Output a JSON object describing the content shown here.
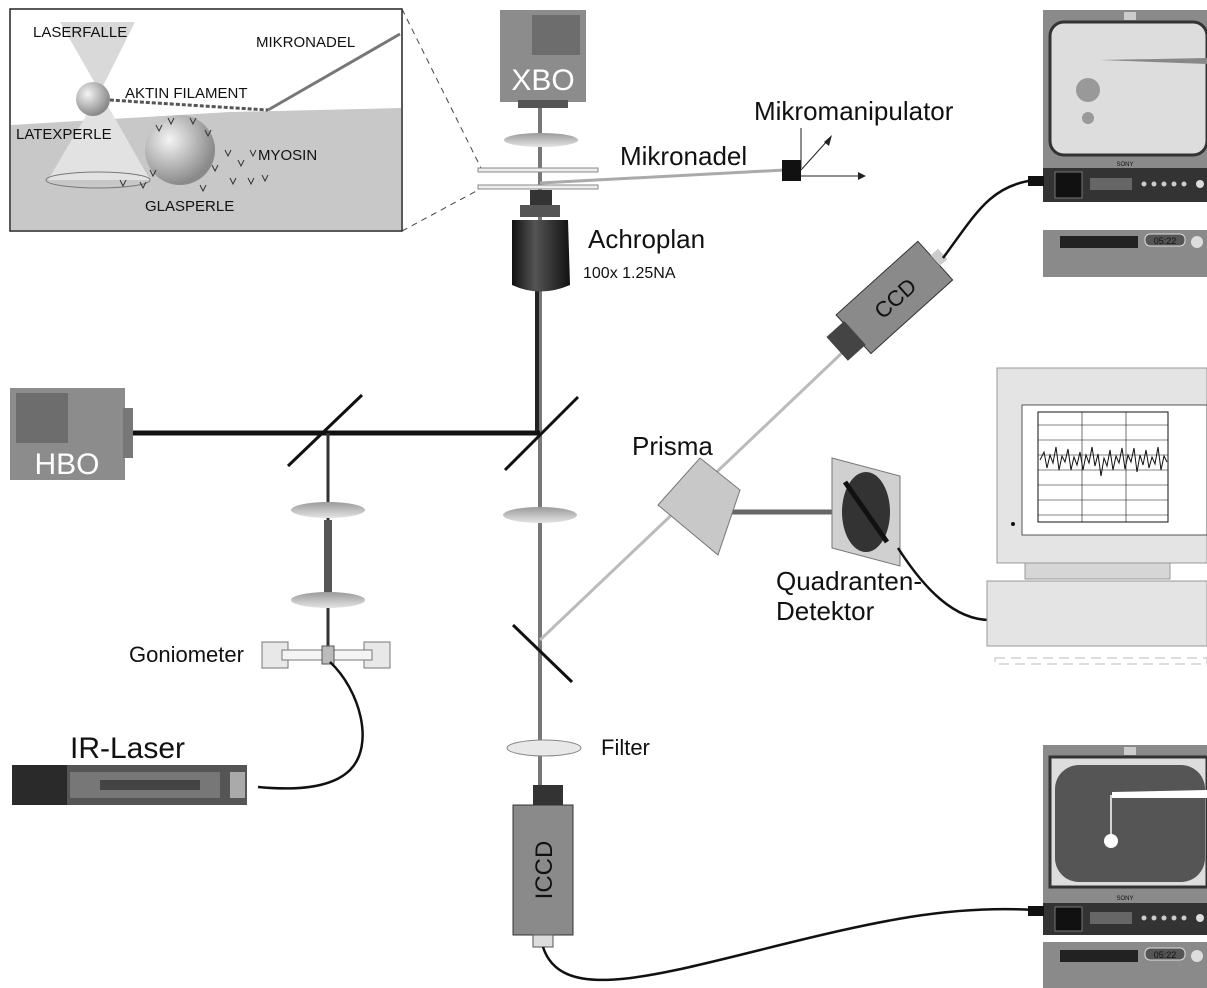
{
  "labels": {
    "xbo": "XBO",
    "hbo": "HBO",
    "mikromanipulator": "Mikromanipulator",
    "mikronadel": "Mikronadel",
    "achroplan": "Achroplan",
    "achroplan_spec": "100x  1.25NA",
    "ccd": "CCD",
    "prisma": "Prisma",
    "quadranten_line1": "Quadranten-",
    "quadranten_line2": "Detektor",
    "goniometer": "Goniometer",
    "ir_laser": "IR-Laser",
    "filter": "Filter",
    "iccd": "ICCD"
  },
  "inset": {
    "laserfalle": "LASERFALLE",
    "mikronadel": "MIKRONADEL",
    "aktin_filament": "AKTIN FILAMENT",
    "latexperle": "LATEXPERLE",
    "myosin": "MYOSIN",
    "glasperle": "GLASPERLE"
  },
  "devices": {
    "monitor_brand": "SONY",
    "vcr_time_1": "05:22",
    "vcr_time_2": "05:22"
  },
  "colors": {
    "device_gray": "#8c8c8c",
    "dark": "#222222",
    "light": "#d8d8d8"
  }
}
